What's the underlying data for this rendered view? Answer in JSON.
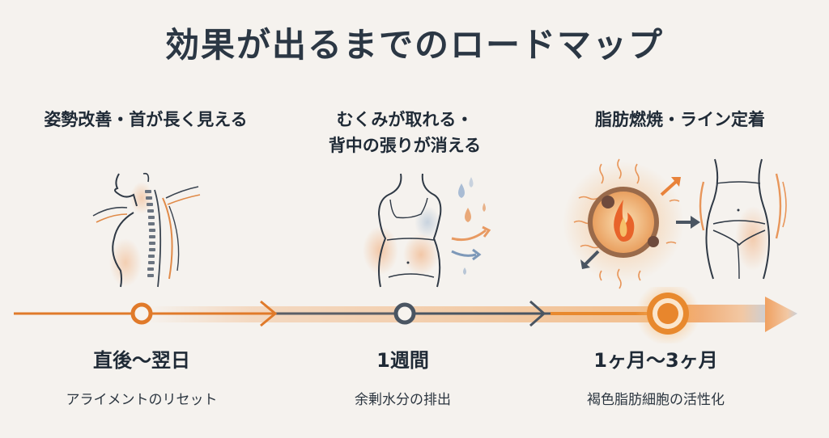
{
  "title": "効果が出るまでのロードマップ",
  "stages": [
    {
      "heading_lines": [
        "姿勢改善・首が長く見える"
      ],
      "time": "直後〜翌日",
      "description": "アライメントのリセット",
      "illustration": "posture-spine-icon",
      "marker_color": "#e07a2a"
    },
    {
      "heading_lines": [
        "むくみが取れる・",
        "背中の張りが消える"
      ],
      "time": "1週間",
      "description": "余剰水分の排出",
      "illustration": "torso-water-drops-icon",
      "marker_color": "#4a5562"
    },
    {
      "heading_lines": [
        "脂肪燃焼・ライン定着"
      ],
      "time": "1ヶ月〜3ヶ月",
      "description": "褐色脂肪細胞の活性化",
      "illustration": "fat-cell-burning-waist-icon",
      "marker_color": "#e8892e"
    }
  ],
  "colors": {
    "background": "#f5f2ee",
    "accent_orange": "#e07a2a",
    "slate": "#4a5562",
    "text": "#1f2a36"
  }
}
